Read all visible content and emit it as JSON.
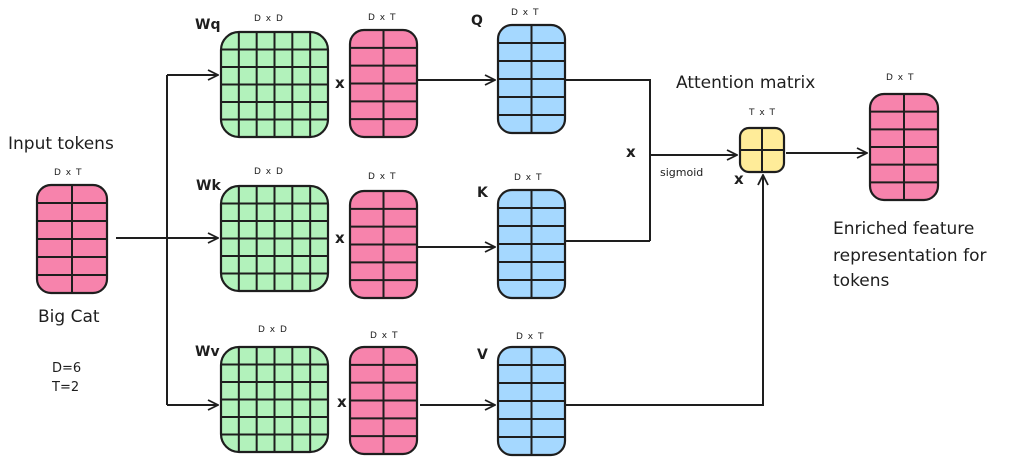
{
  "colors": {
    "token": "#f783ac",
    "weight": "#b2f2bb",
    "qkv": "#a5d8ff",
    "attention": "#ffec99",
    "stroke": "#1e1e1e"
  },
  "input": {
    "title": "Input tokens",
    "dims": "D x T",
    "caption": "Big Cat",
    "d_param": "D=6",
    "t_param": "T=2",
    "rows": 6,
    "cols": 2
  },
  "branches": [
    {
      "weight_label": "Wq",
      "weight_dims": "D x D",
      "input_dims": "D x T",
      "op": "x",
      "output_label": "Q",
      "output_dims": "D x T"
    },
    {
      "weight_label": "Wk",
      "weight_dims": "D x D",
      "input_dims": "D x T",
      "op": "x",
      "output_label": "K",
      "output_dims": "D x T"
    },
    {
      "weight_label": "Wv",
      "weight_dims": "D x D",
      "input_dims": "D x T",
      "op": "x",
      "output_label": "V",
      "output_dims": "D x T"
    }
  ],
  "qk_op": "x",
  "activation": "sigmoid",
  "attention": {
    "title": "Attention matrix",
    "dims": "T x T",
    "op": "x",
    "rows": 2,
    "cols": 2
  },
  "output": {
    "dims": "D x T",
    "caption_lines": [
      "Enriched feature",
      "representation for",
      "tokens"
    ],
    "rows": 6,
    "cols": 2
  },
  "weight_grid": {
    "rows": 6,
    "cols": 6
  },
  "qkv_grid": {
    "rows": 6,
    "cols": 2
  }
}
